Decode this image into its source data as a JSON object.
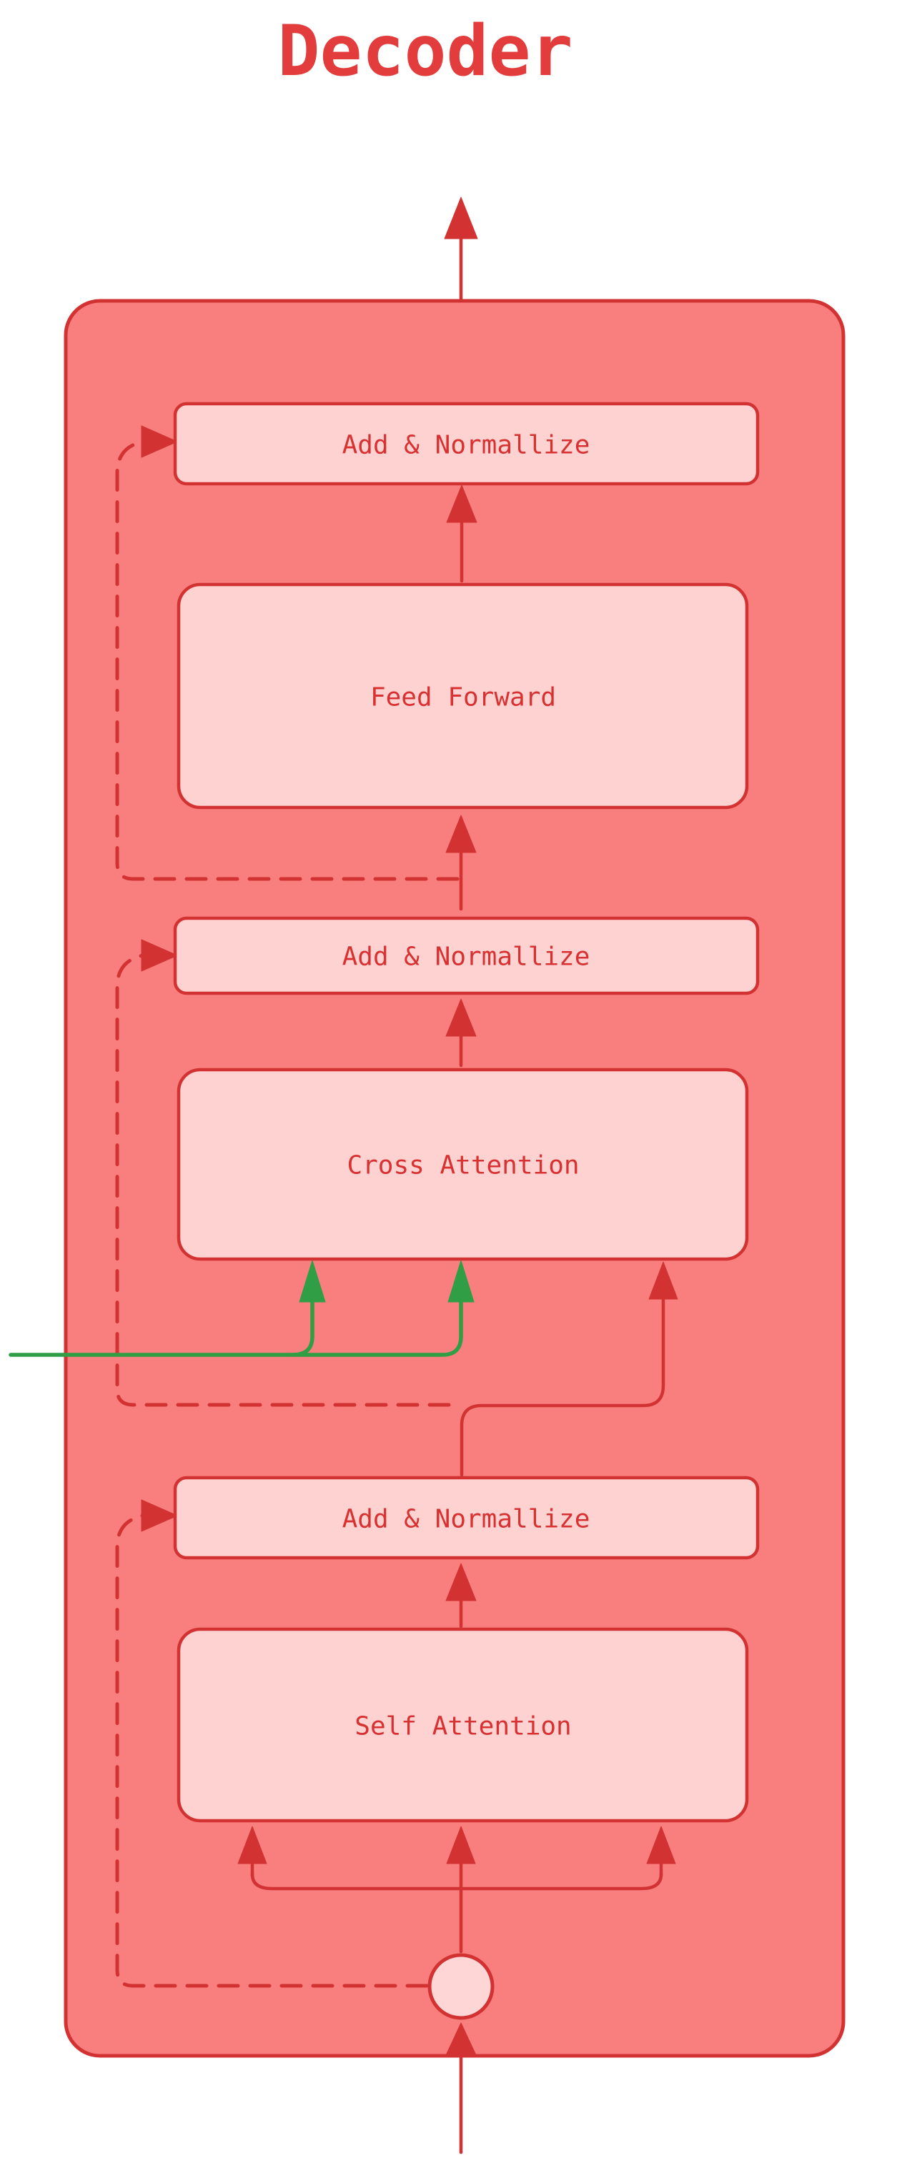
{
  "title": "Decoder",
  "diagram": {
    "type": "flow-diagram",
    "description": "Transformer decoder block diagram, hand-drawn style",
    "blocks": [
      {
        "id": "add-normalize-top",
        "label": "Add & Normallize"
      },
      {
        "id": "feed-forward",
        "label": "Feed Forward"
      },
      {
        "id": "add-normalize-mid",
        "label": "Add & Normallize"
      },
      {
        "id": "cross-attention",
        "label": "Cross Attention"
      },
      {
        "id": "add-normalize-bottom",
        "label": "Add & Normallize"
      },
      {
        "id": "self-attention",
        "label": "Self Attention"
      }
    ],
    "connections": {
      "residual_style": "dashed",
      "encoder_input_color_name": "green",
      "main_flow_color_name": "red",
      "input_marker": "circle-junction"
    },
    "colors": {
      "stroke_red": "#d33232",
      "text_red": "#d83131",
      "title_red": "#e23c3c",
      "container_fill": "#f97f7f",
      "block_fill": "#ffd2d2",
      "circle_fill": "#ffd6d6",
      "encoder_green": "#2f9e44",
      "background": "#ffffff"
    }
  }
}
